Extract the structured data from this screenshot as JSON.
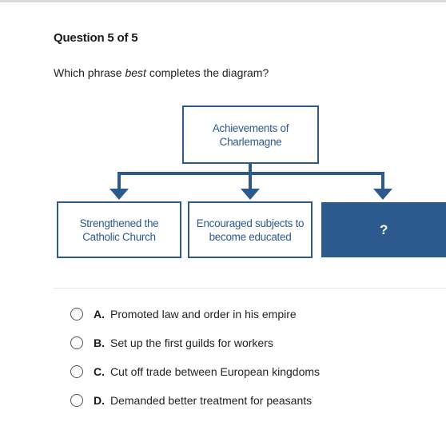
{
  "question": {
    "header": "Question 5 of 5",
    "prompt_before": "Which phrase ",
    "prompt_emphasis": "best",
    "prompt_after": " completes the diagram?"
  },
  "diagram": {
    "top_box": "Achievements of Charlemagne",
    "children": [
      "Strengthened the Catholic Church",
      "Encouraged subjects to become educated",
      "?"
    ]
  },
  "options": [
    {
      "letter": "A.",
      "text": "Promoted law and order in his empire"
    },
    {
      "letter": "B.",
      "text": "Set up the first guilds for workers"
    },
    {
      "letter": "C.",
      "text": "Cut off trade between European kingdoms"
    },
    {
      "letter": "D.",
      "text": "Demanded better treatment for peasants"
    }
  ],
  "colors": {
    "diagram_blue": "#2d5a8e"
  }
}
